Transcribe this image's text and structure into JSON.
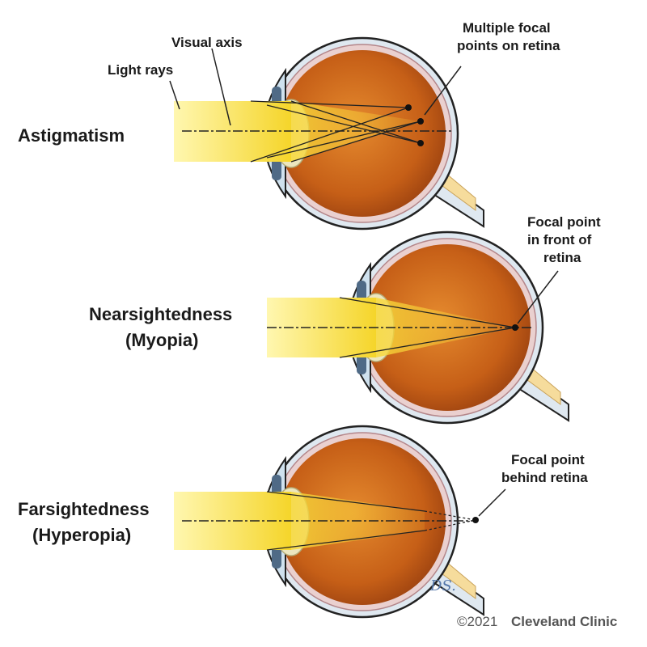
{
  "labels": {
    "light_rays": "Light rays",
    "visual_axis": "Visual axis",
    "multiple_focal_1": "Multiple focal",
    "multiple_focal_2": "points on retina",
    "astigmatism": "Astigmatism",
    "focal_front_1": "Focal point",
    "focal_front_2": "in front of",
    "focal_front_3": "retina",
    "nearsightedness": "Nearsightedness",
    "myopia": "(Myopia)",
    "focal_behind_1": "Focal point",
    "focal_behind_2": "behind retina",
    "farsightedness": "Farsightedness",
    "hyperopia": "(Hyperopia)"
  },
  "signature": "DS.",
  "copyright": {
    "year": "©2021",
    "owner": "Cleveland Clinic"
  },
  "colors": {
    "beam": "#f7e04a",
    "eyeball": "#c9621a",
    "sclera": "#dfe8f0",
    "text": "#1a1a1a"
  }
}
